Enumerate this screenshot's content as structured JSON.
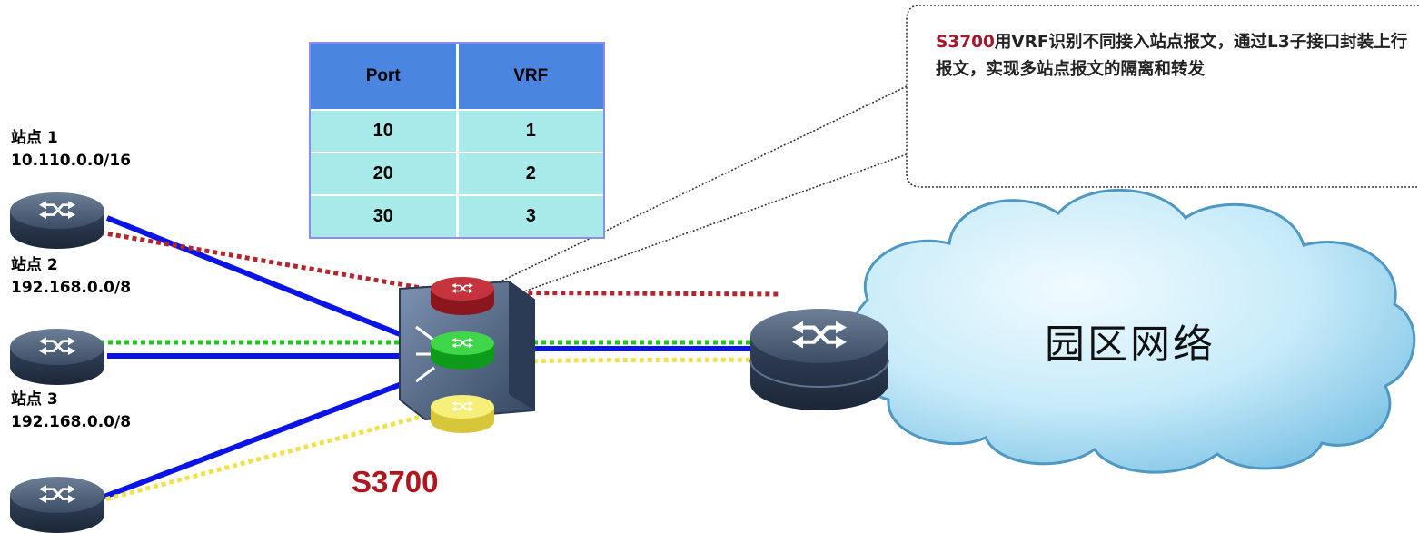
{
  "sites": [
    {
      "name": "站点 1",
      "subnet": "10.110.0.0/16"
    },
    {
      "name": "站点 2",
      "subnet": "192.168.0.0/8"
    },
    {
      "name": "站点 3",
      "subnet": "192.168.0.0/8"
    }
  ],
  "vrf_table": {
    "headers": [
      "Port",
      "VRF"
    ],
    "rows": [
      [
        "10",
        "1"
      ],
      [
        "20",
        "2"
      ],
      [
        "30",
        "3"
      ]
    ]
  },
  "callout": {
    "highlight": "S3700",
    "text": "用VRF识别不同接入站点报文，通过L3子接口封装上行报文，实现多站点报文的隔离和转发"
  },
  "switch_label": "S3700",
  "cloud_label": "园区网络",
  "colors": {
    "uplink_blue": "#0a14e6",
    "site1_dotted": "#b3262e",
    "site2_dotted": "#22c41d",
    "site3_dotted": "#f2e24a",
    "switch_label": "#b1151d",
    "table_header": "#4a86e0",
    "table_body": "#a8e9ea",
    "cloud": "#bfe6f7"
  },
  "icons": [
    "router-icon",
    "l3-switch-icon",
    "virtual-router-icon",
    "cloud-shape"
  ]
}
